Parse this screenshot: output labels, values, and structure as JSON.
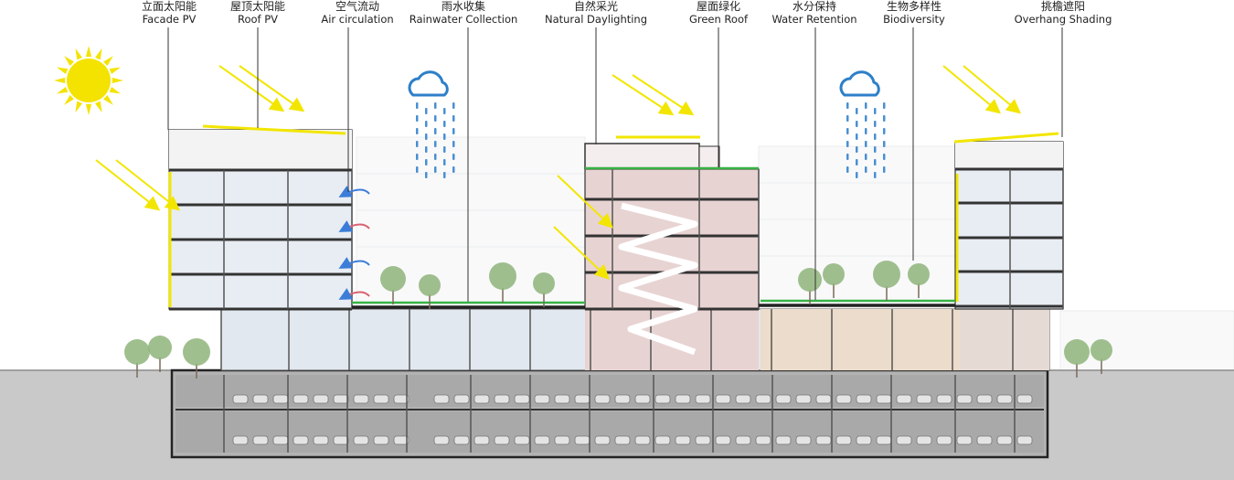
{
  "labels": {
    "facade_pv": {
      "zh": "立面太阳能",
      "en": "Facade PV"
    },
    "roof_pv": {
      "zh": "屋顶太阳能",
      "en": "Roof PV"
    },
    "air_circulation": {
      "zh": "空气流动",
      "en": "Air circulation"
    },
    "rainwater": {
      "zh": "雨水收集",
      "en": "Rainwater Collection"
    },
    "daylighting": {
      "zh": "自然采光",
      "en": "Natural Daylighting"
    },
    "green_roof": {
      "zh": "屋面绿化",
      "en": "Green Roof"
    },
    "water_retention": {
      "zh": "水分保持",
      "en": "Water Retention"
    },
    "biodiversity": {
      "zh": "生物多样性",
      "en": "Biodiversity"
    },
    "overhang_shading": {
      "zh": "挑檐遮阳",
      "en": "Overhang Shading"
    }
  },
  "colors": {
    "sun": "#f4e300",
    "pv_yellow": "#f2e600",
    "rain": "#4a8fd1",
    "cloud": "#2d7fc9",
    "green_roof": "#38b245",
    "structure": "#333333",
    "ground": "#c9c9c9",
    "basement": "#b5b5b5",
    "glass": "#dde6ef",
    "atrium": "#ead6d6",
    "air_arrow": "#3b7dd8",
    "warm_arrow": "#d9626f",
    "tree": "#8fb47a"
  }
}
